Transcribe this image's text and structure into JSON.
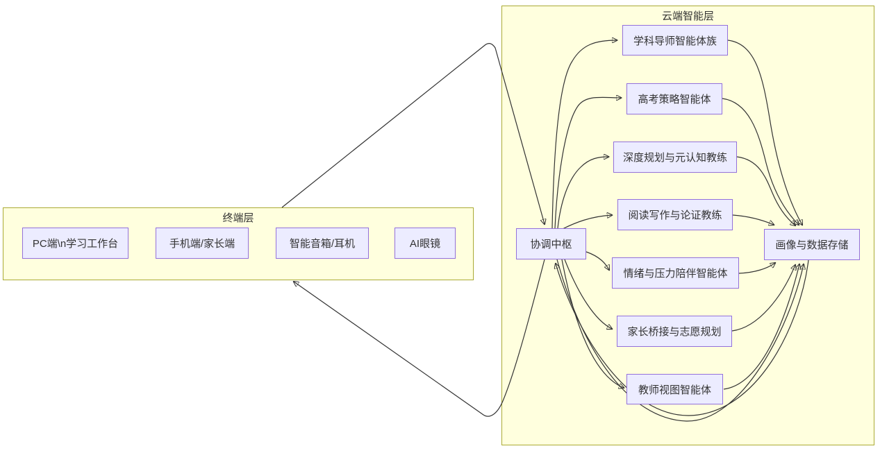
{
  "diagram": {
    "type": "flowchart",
    "clusters": {
      "terminal": {
        "label": "终端层"
      },
      "cloud": {
        "label": "云端智能层"
      }
    },
    "nodes": {
      "pc_workbench": {
        "label": "PC端\\n学习工作台",
        "cluster": "terminal"
      },
      "mobile_parent": {
        "label": "手机端/家长端",
        "cluster": "terminal"
      },
      "smart_speaker": {
        "label": "智能音箱/耳机",
        "cluster": "terminal"
      },
      "ai_glasses": {
        "label": "AI眼镜",
        "cluster": "terminal"
      },
      "coordination_hub": {
        "label": "协调中枢",
        "cluster": "cloud"
      },
      "subject_tutors": {
        "label": "学科导师智能体族",
        "cluster": "cloud"
      },
      "gaokao_strategy": {
        "label": "高考策略智能体",
        "cluster": "cloud"
      },
      "deep_planning": {
        "label": "深度规划与元认知教练",
        "cluster": "cloud"
      },
      "reading_writing": {
        "label": "阅读写作与论证教练",
        "cluster": "cloud"
      },
      "emotion_support": {
        "label": "情绪与压力陪伴智能体",
        "cluster": "cloud"
      },
      "parent_bridge": {
        "label": "家长桥接与志愿规划",
        "cluster": "cloud"
      },
      "teacher_view": {
        "label": "教师视图智能体",
        "cluster": "cloud"
      },
      "profile_storage": {
        "label": "画像与数据存储",
        "cluster": "cloud"
      }
    },
    "edges": [
      {
        "from": "终端层",
        "to": "协调中枢"
      },
      {
        "from": "协调中枢",
        "to": "学科导师智能体族"
      },
      {
        "from": "协调中枢",
        "to": "高考策略智能体"
      },
      {
        "from": "协调中枢",
        "to": "深度规划与元认知教练"
      },
      {
        "from": "协调中枢",
        "to": "阅读写作与论证教练"
      },
      {
        "from": "协调中枢",
        "to": "情绪与压力陪伴智能体"
      },
      {
        "from": "协调中枢",
        "to": "家长桥接与志愿规划"
      },
      {
        "from": "协调中枢",
        "to": "教师视图智能体"
      },
      {
        "from": "学科导师智能体族",
        "to": "画像与数据存储"
      },
      {
        "from": "高考策略智能体",
        "to": "画像与数据存储"
      },
      {
        "from": "深度规划与元认知教练",
        "to": "画像与数据存储"
      },
      {
        "from": "阅读写作与论证教练",
        "to": "画像与数据存储"
      },
      {
        "from": "情绪与压力陪伴智能体",
        "to": "画像与数据存储"
      },
      {
        "from": "家长桥接与志愿规划",
        "to": "画像与数据存储"
      },
      {
        "from": "教师视图智能体",
        "to": "画像与数据存储"
      },
      {
        "from": "协调中枢",
        "to": "画像与数据存储"
      },
      {
        "from": "画像与数据存储",
        "to": "协调中枢"
      },
      {
        "from": "协调中枢",
        "to": "终端层"
      }
    ],
    "colors": {
      "cluster_fill": "#ffffde",
      "cluster_border": "#aaaa33",
      "node_fill": "#ececff",
      "node_border": "#9370db",
      "edge": "#333333",
      "text": "#333333"
    }
  }
}
